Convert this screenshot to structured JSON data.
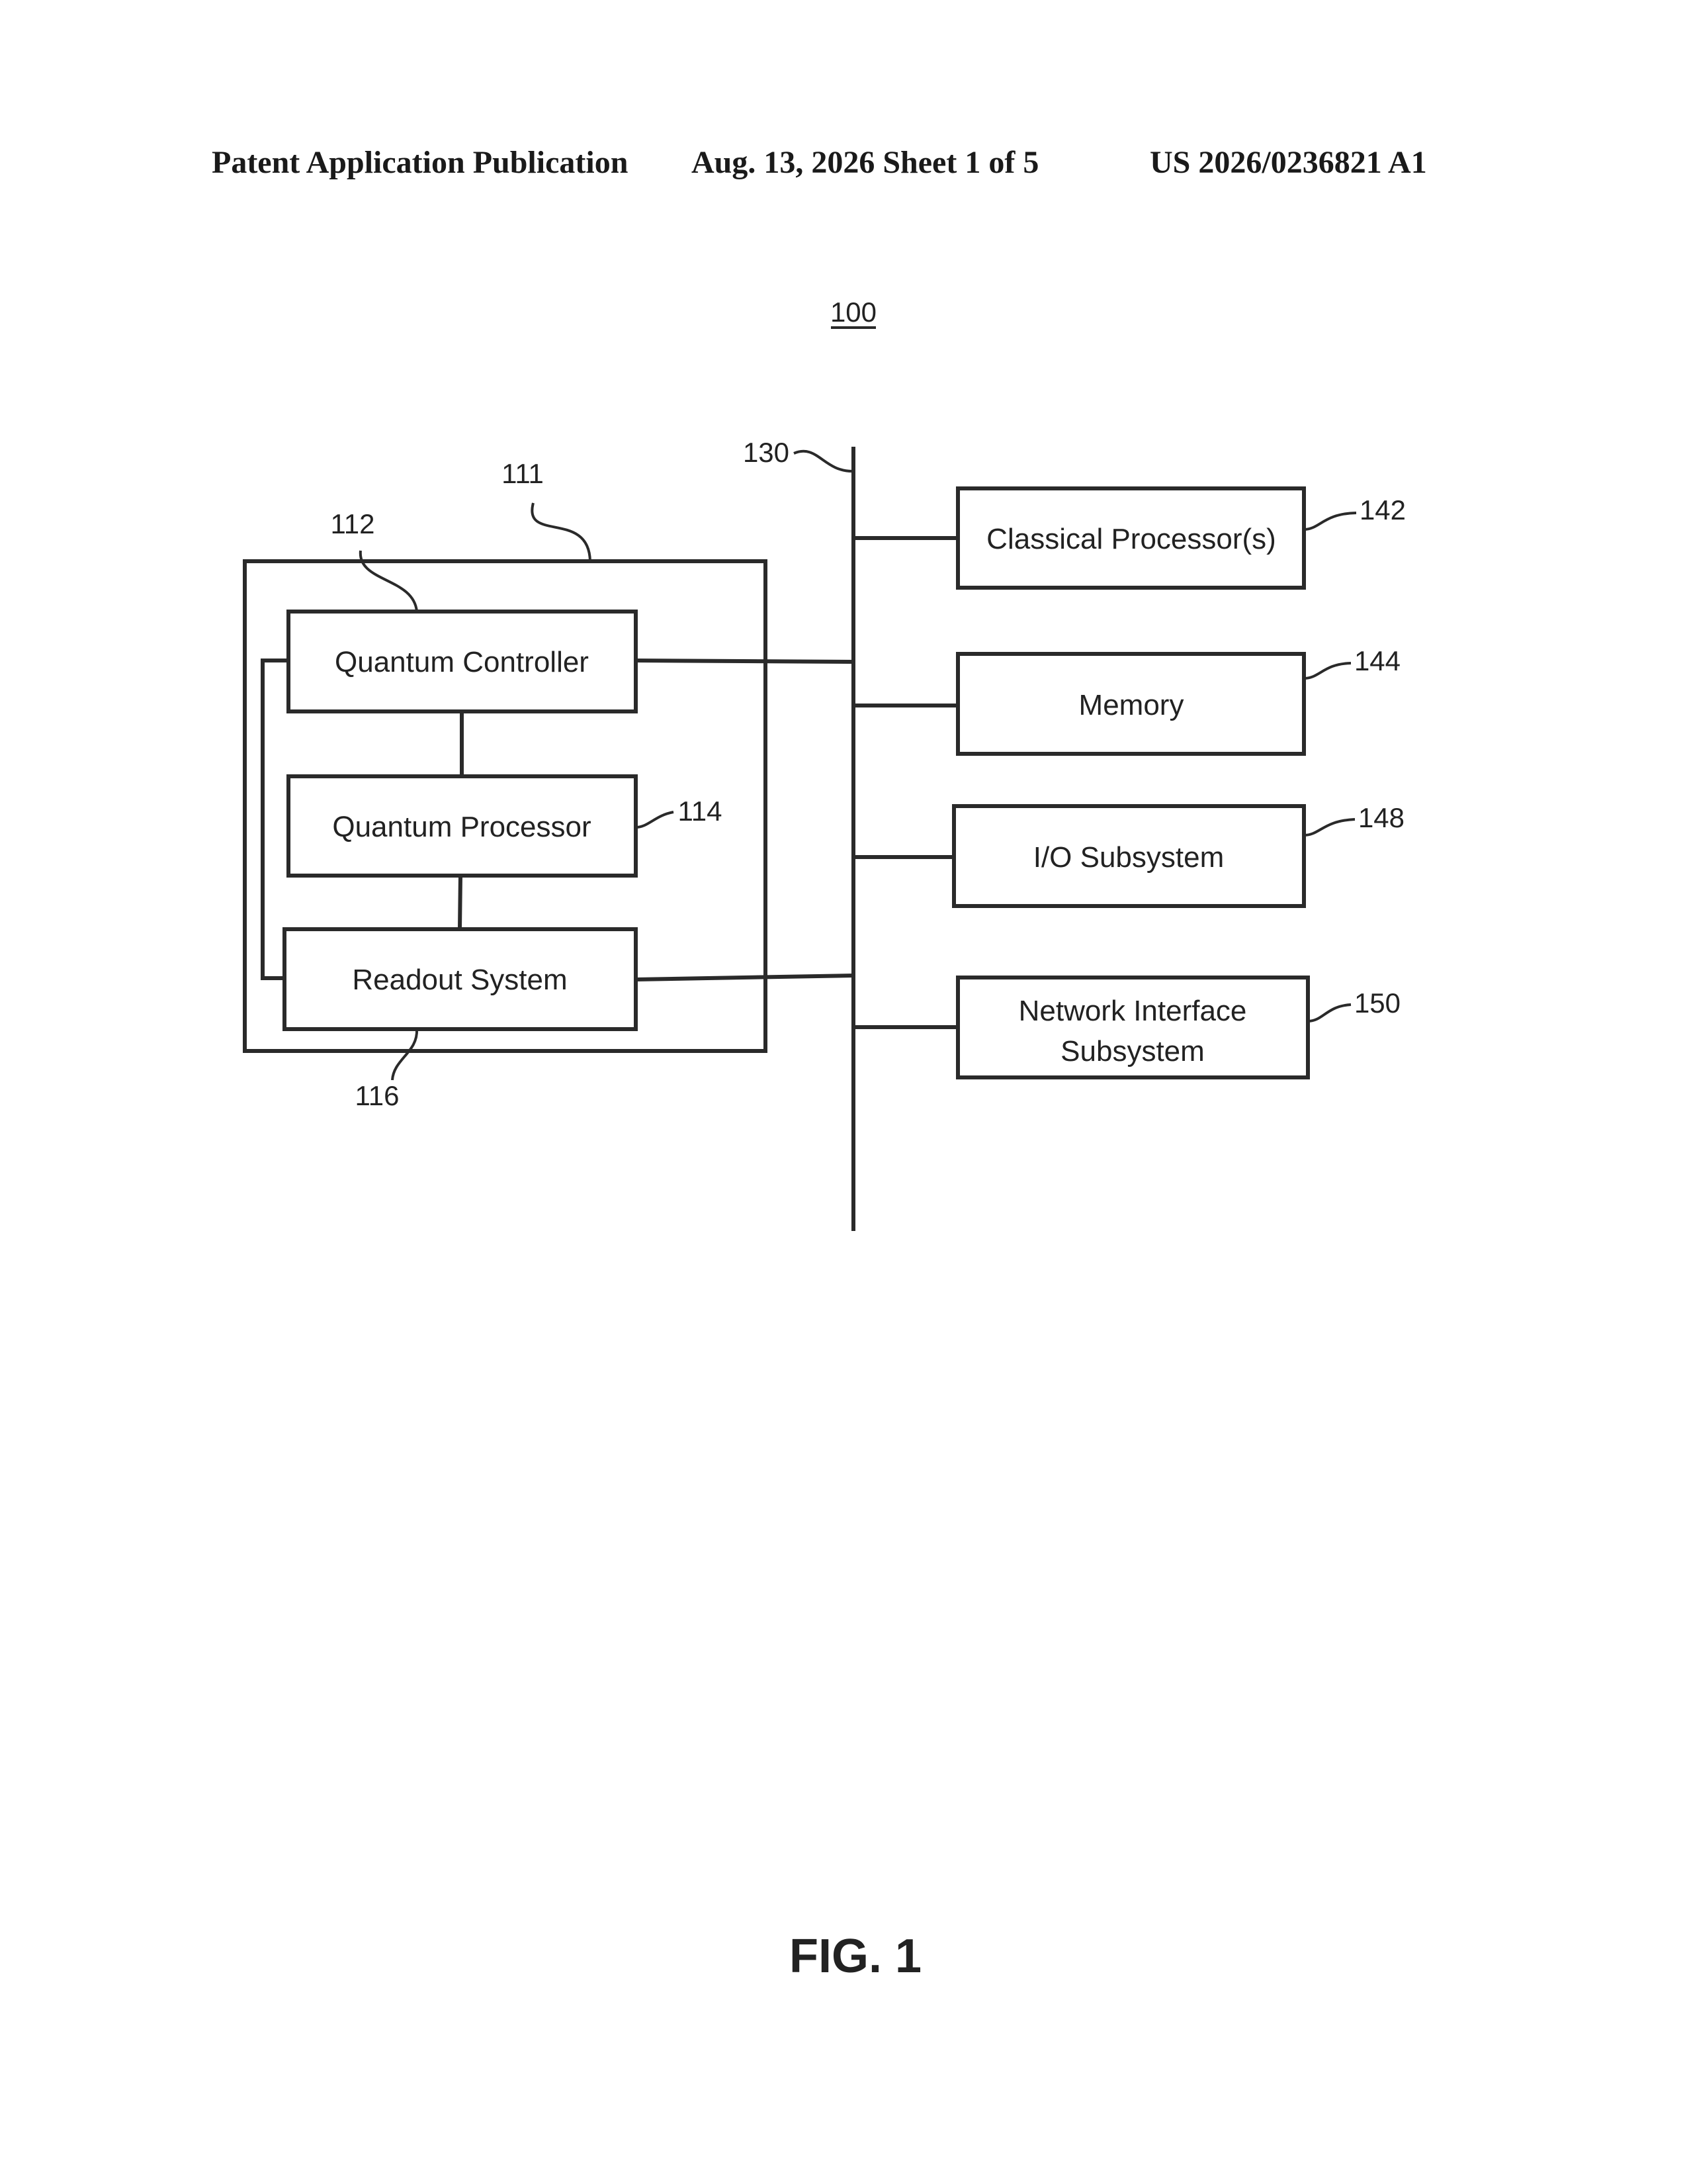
{
  "header": {
    "left": "Patent Application Publication",
    "middle": "Aug. 13, 2026  Sheet 1 of 5",
    "right": "US 2026/0236821 A1"
  },
  "figure": {
    "system_ref": "100",
    "bus_ref": "130",
    "quantum_group_ref": "111",
    "quantum_controller": {
      "label": "Quantum Controller",
      "ref": "112"
    },
    "quantum_processor": {
      "label": "Quantum Processor",
      "ref": "114"
    },
    "readout_system": {
      "label": "Readout System",
      "ref": "116"
    },
    "classical_processors": {
      "label": "Classical Processor(s)",
      "ref": "142"
    },
    "memory": {
      "label": "Memory",
      "ref": "144"
    },
    "io_subsystem": {
      "label": "I/O Subsystem",
      "ref": "148"
    },
    "network_interface": {
      "label_line1": "Network Interface",
      "label_line2": "Subsystem",
      "ref": "150"
    },
    "caption": "FIG. 1"
  }
}
